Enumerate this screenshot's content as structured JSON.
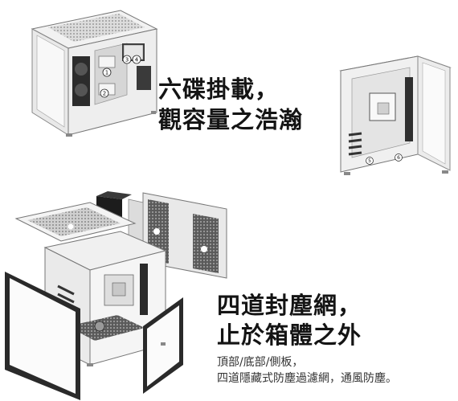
{
  "feature1": {
    "line1": "六碟掛載，",
    "line2": "觀容量之浩瀚"
  },
  "feature2": {
    "line1": "四道封塵網，",
    "line2": "止於箱體之外"
  },
  "description": {
    "line1": "頂部/底部/側板，",
    "line2": "四道隱藏式防塵過濾網，通風防塵。"
  },
  "callouts": [
    "1",
    "2",
    "3",
    "4",
    "5",
    "6"
  ],
  "colors": {
    "text": "#141414",
    "case_white": "#f4f4f4",
    "panel_dark": "#2a2a2a",
    "mesh": "#8a8a8a"
  }
}
